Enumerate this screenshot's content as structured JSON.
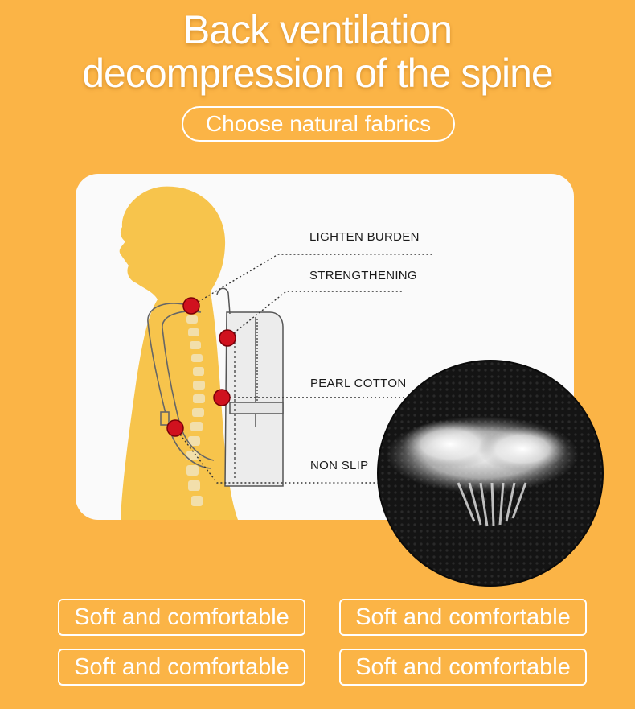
{
  "header": {
    "line1": "Back ventilation",
    "line2": "decompression of the spine",
    "subtitle": "Choose natural fabrics"
  },
  "diagram": {
    "labels": [
      "LIGHTEN BURDEN",
      "STRENGTHENING",
      "PEARL COTTON",
      "NON SLIP"
    ]
  },
  "features": [
    "Soft and comfortable",
    "Soft and comfortable",
    "Soft and comfortable",
    "Soft and comfortable"
  ],
  "colors": {
    "background": "#fbb446",
    "silhouette": "#f7c44c",
    "marker": "#d0111e",
    "fabric": "#111111"
  }
}
